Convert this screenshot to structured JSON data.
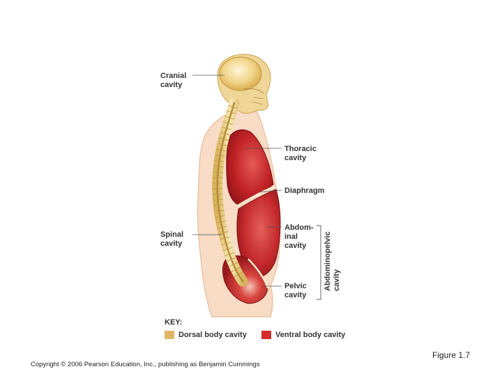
{
  "labels": {
    "cranial": [
      "Cranial",
      "cavity"
    ],
    "thoracic": [
      "Thoracic",
      "cavity"
    ],
    "diaphragm": "Diaphragm",
    "abdominal": [
      "Abdom-",
      "inal",
      "cavity"
    ],
    "spinal": [
      "Spinal",
      "cavity"
    ],
    "pelvic": [
      "Pelvic",
      "cavity"
    ],
    "abdominopelvic": [
      "Abdominopelvic",
      "cavity"
    ]
  },
  "key": {
    "title": "KEY:",
    "dorsal": {
      "label": "Dorsal body cavity",
      "color": "#e0b56a"
    },
    "ventral": {
      "label": "Ventral body cavity",
      "color": "#d42b2b"
    }
  },
  "footer": {
    "copyright": "Copyright © 2006 Pearson Education, Inc., publishing as Benjamin Cummings",
    "figure_number": "Figure 1.7"
  },
  "colors": {
    "skin": "#f6d9c2",
    "skin_outline": "#e9bfa0",
    "spine": "#f2df9c",
    "cranial": "#efcf7c",
    "ventral": "#c8282a"
  }
}
